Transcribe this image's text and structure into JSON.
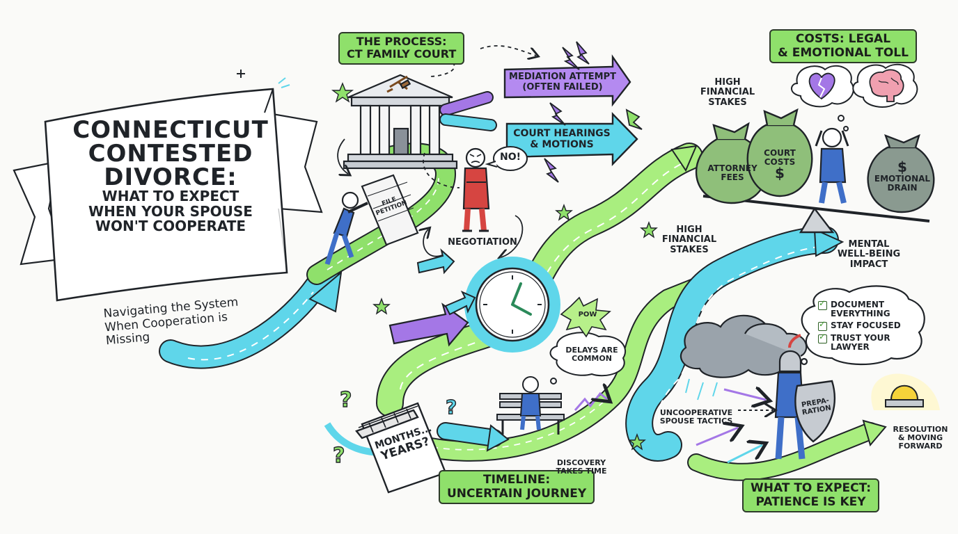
{
  "title": {
    "line1": "Connecticut",
    "line2": "Contested",
    "line3": "Divorce:",
    "line4": "What to Expect",
    "line5": "When Your Spouse",
    "line6": "Won't Cooperate"
  },
  "subtitle": {
    "line1": "Navigating the System",
    "line2": "When Cooperation is Missing"
  },
  "process": {
    "heading_line1": "The Process:",
    "heading_line2": "CT Family Court",
    "mediation_line1": "Mediation Attempt",
    "mediation_line2": "(Often Failed)",
    "hearings_line1": "Court Hearings",
    "hearings_line2": "& Motions",
    "file_petition": "File Petition",
    "no_bubble": "No!",
    "negotiation": "Negotiation"
  },
  "costs": {
    "heading_line1": "Costs: Legal",
    "heading_line2": "& Emotional Toll",
    "high_stakes_top_l1": "High",
    "high_stakes_top_l2": "Financial",
    "high_stakes_top_l3": "Stakes",
    "attorney_fees_l1": "Attorney",
    "attorney_fees_l2": "Fees",
    "court_costs_l1": "Court",
    "court_costs_l2": "Costs",
    "emotional_drain_l1": "Emotional",
    "emotional_drain_l2": "Drain",
    "dollar": "$",
    "high_stakes_mid_l1": "High",
    "high_stakes_mid_l2": "Financial",
    "high_stakes_mid_l3": "Stakes",
    "mental_l1": "Mental",
    "mental_l2": "Well-being",
    "mental_l3": "Impact"
  },
  "timeline": {
    "heading_line1": "Timeline:",
    "heading_line2": "Uncertain Journey",
    "calendar_l1": "Months...",
    "calendar_l2": "Years?",
    "delays_l1": "Delays are",
    "delays_l2": "Common",
    "pow": "Pow",
    "discovery_l1": "Discovery",
    "discovery_l2": "Takes Time"
  },
  "expect": {
    "heading_line1": "What to Expect:",
    "heading_line2": "Patience is Key",
    "checklist": [
      "Document Everything",
      "Stay Focused",
      "Trust Your Lawyer"
    ],
    "uncoop_l1": "Uncooperative",
    "uncoop_l2": "Spouse Tactics",
    "shield_l1": "Prepa-",
    "shield_l2": "ration",
    "resolution_l1": "Resolution",
    "resolution_l2": "& Moving",
    "resolution_l3": "Forward"
  },
  "colors": {
    "green": "#8fe06b",
    "cyan": "#5fd6ea",
    "purple": "#a477e6",
    "red": "#d64541",
    "blue_suit": "#3f6fc8",
    "bag_green": "#8fbf7a"
  }
}
